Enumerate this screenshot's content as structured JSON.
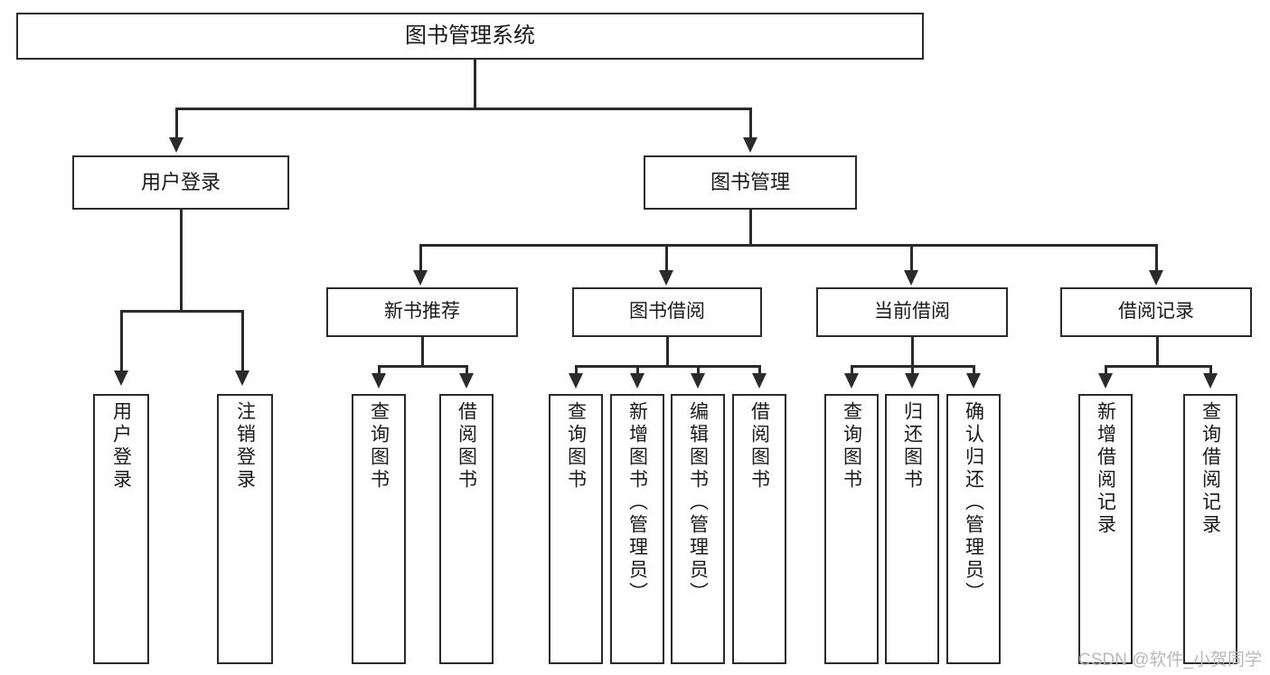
{
  "diagram": {
    "title": "图书管理系统",
    "type": "hierarchy-tree",
    "root": {
      "label": "图书管理系统"
    },
    "level2": [
      {
        "label": "用户登录"
      },
      {
        "label": "图书管理"
      }
    ],
    "level3": [
      {
        "label": "新书推荐"
      },
      {
        "label": "图书借阅"
      },
      {
        "label": "当前借阅"
      },
      {
        "label": "借阅记录"
      }
    ],
    "leaves": [
      {
        "label": "用户登录",
        "parent": "用户登录"
      },
      {
        "label": "注销登录",
        "parent": "用户登录"
      },
      {
        "label": "查询图书",
        "parent": "新书推荐"
      },
      {
        "label": "借阅图书",
        "parent": "新书推荐"
      },
      {
        "label": "查询图书",
        "parent": "图书借阅"
      },
      {
        "label": "新增图书（管理员）",
        "parent": "图书借阅"
      },
      {
        "label": "编辑图书（管理员）",
        "parent": "图书借阅"
      },
      {
        "label": "借阅图书",
        "parent": "图书借阅"
      },
      {
        "label": "查询图书",
        "parent": "当前借阅"
      },
      {
        "label": "归还图书",
        "parent": "当前借阅"
      },
      {
        "label": "确认归还（管理员）",
        "parent": "当前借阅"
      },
      {
        "label": "新增借阅记录",
        "parent": "借阅记录"
      },
      {
        "label": "查询借阅记录",
        "parent": "借阅记录"
      }
    ]
  },
  "watermark": {
    "text": "CSDN @软件_小贺同学"
  },
  "colors": {
    "stroke": "#2b2b2b",
    "text": "#1a1a1a",
    "background": "#ffffff",
    "watermark": "#b9b9b9"
  }
}
